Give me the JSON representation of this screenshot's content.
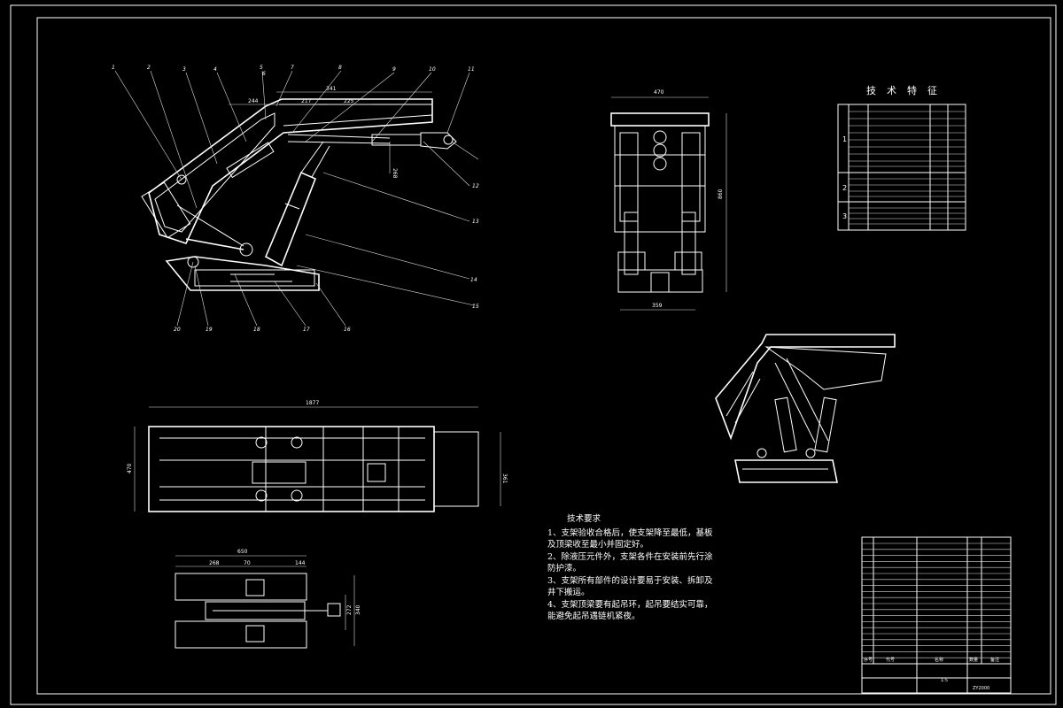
{
  "colors": {
    "background": "#000000",
    "line": "#ffffff"
  },
  "side_view": {
    "part_callouts": [
      "1",
      "2",
      "3",
      "4",
      "5",
      "6",
      "7",
      "8",
      "9",
      "10",
      "11",
      "12",
      "13",
      "14",
      "15",
      "16",
      "17",
      "18",
      "19",
      "20"
    ],
    "dimensions": {
      "d1": "341",
      "d2": "217",
      "d3": "225",
      "d4": "244",
      "d5": "268"
    }
  },
  "front_view": {
    "dimensions": {
      "width_top": "470",
      "width_bottom": "359",
      "height": "860"
    }
  },
  "top_view": {
    "dimensions": {
      "length": "1877",
      "width_left": "470",
      "width_right": "361"
    }
  },
  "base_view": {
    "dimensions": {
      "length": "650",
      "seg1": "268",
      "seg2": "70",
      "seg3": "144",
      "w1": "272",
      "w2": "340"
    }
  },
  "technical_requirements": {
    "title": "技术要求",
    "items": [
      "1、支架验收合格后，使支架降至最低，基板",
      "及顶梁收至最小并固定好。",
      "2、除液压元件外，支架各件在安装前先行涂",
      "防护漆。",
      "3、支架所有部件的设计要易于安装、拆卸及",
      "井下搬运。",
      "4、支架顶梁要有起吊环，起吊要结实可靠，",
      "能避免起吊遇链机紧夜。"
    ]
  },
  "technical_specs": {
    "title": "技术特征",
    "group_numbers": [
      "1",
      "2",
      "3"
    ]
  },
  "title_block": {
    "drawing_number": "ZY2000",
    "scale": "1:5",
    "labels": [
      "序号",
      "代号",
      "名称",
      "数量",
      "备注"
    ]
  }
}
